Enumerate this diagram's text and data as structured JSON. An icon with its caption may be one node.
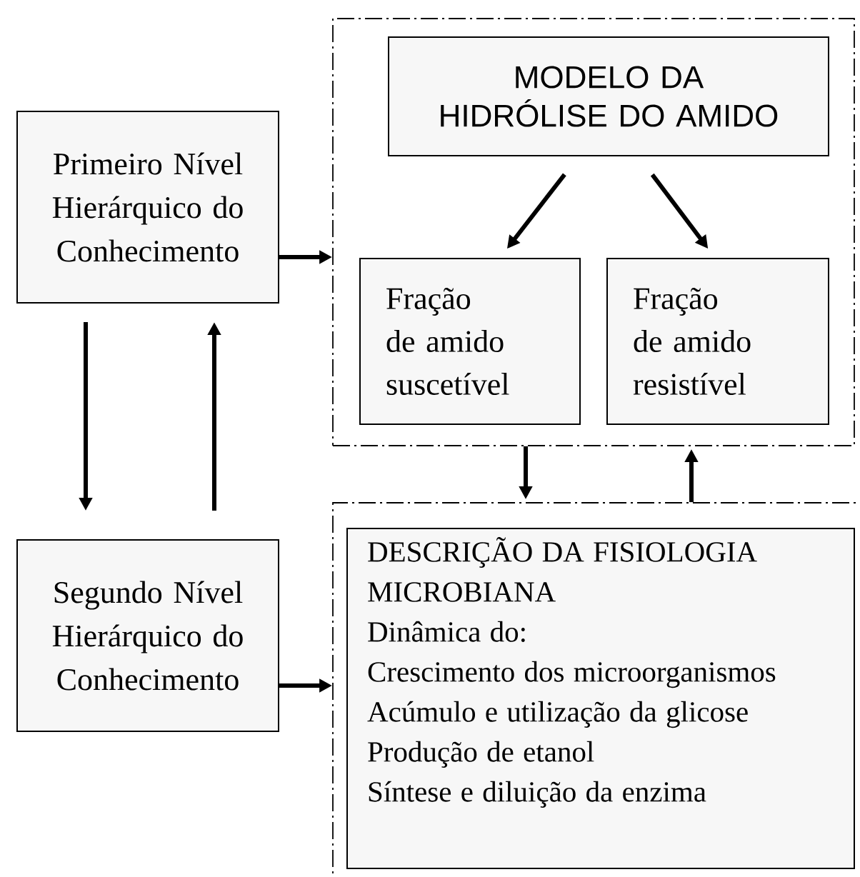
{
  "diagram": {
    "nodes": [
      {
        "text": [
          "Primeiro Nível Hierárquico do Conhecimento"
        ]
      },
      {
        "text": [],
        "shape": "box"
      },
      {
        "text": [
          "MODELO DA HIDRÓLISE DO AMIDO"
        ],
        "in": 1
      },
      {
        "text": [
          "Fração de amido suscetível"
        ],
        "in": 1
      },
      {
        "text": [
          "Fração de amido resistível"
        ],
        "in": 1
      },
      {
        "text": [
          "Segundo Nível Hierárquico do Conhecimento"
        ]
      },
      {
        "text": [],
        "shape": "box"
      },
      {
        "text": [
          "DESCRIÇÃO DA FISIOLOGIA MICROBIANA",
          "Dinâmica do:",
          "Crescimento dos microorganismos",
          "Acúmulo e utilização da glicose",
          "Produção de etanol",
          "Síntese e diluição da enzima"
        ],
        "in": 6
      }
    ],
    "edges": [
      {
        "from": 0,
        "to": 1,
        "arrow": "to"
      },
      {
        "from": 2,
        "to": 3,
        "arrow": "to"
      },
      {
        "from": 2,
        "to": 4,
        "arrow": "to"
      },
      {
        "from": 0,
        "to": 5,
        "arrow": "to"
      },
      {
        "from": 5,
        "to": 0,
        "arrow": "to"
      },
      {
        "from": 1,
        "to": 6,
        "arrow": "to"
      },
      {
        "from": 6,
        "to": 1,
        "arrow": "to"
      },
      {
        "from": 5,
        "to": 6,
        "arrow": "to"
      }
    ]
  }
}
